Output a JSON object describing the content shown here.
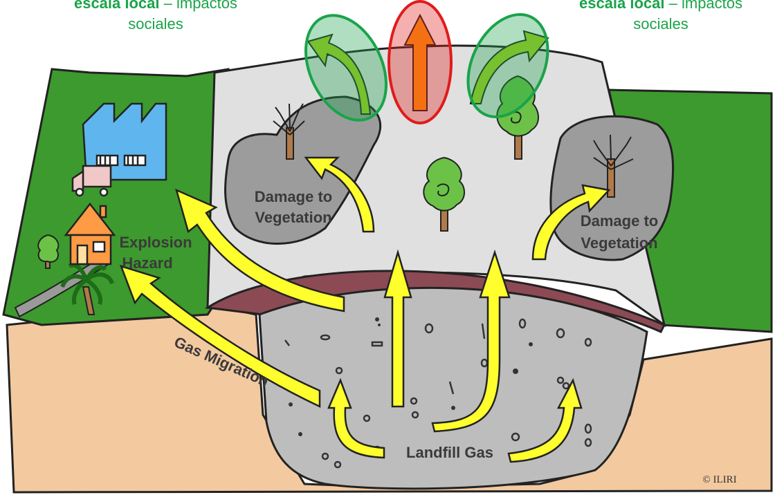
{
  "headers": {
    "left": {
      "bold": "escala local",
      "rest": " – impactos",
      "line2": "sociales"
    },
    "right": {
      "bold": "escala local",
      "rest": " – impactos",
      "line2": "sociales"
    }
  },
  "labels": {
    "damage_left_1": "Damage to",
    "damage_left_2": "Vegetation",
    "damage_right_1": "Damage to",
    "damage_right_2": "Vegetation",
    "explosion_1": "Explosion",
    "explosion_2": "Hazard",
    "gas_migration": "Gas Migration",
    "landfill_gas": "Landfill Gas",
    "copyright": "© ILIRI"
  },
  "colors": {
    "grass": "#3d9a2e",
    "soil": "#f3c9a0",
    "landfill": "#bdbdbd",
    "cap": "#e0e0e0",
    "arrow_yellow": "#ffff2e",
    "highlight_green": "#1aa34a",
    "highlight_red": "#e01b1b",
    "arrow_orange": "#ffa010"
  }
}
